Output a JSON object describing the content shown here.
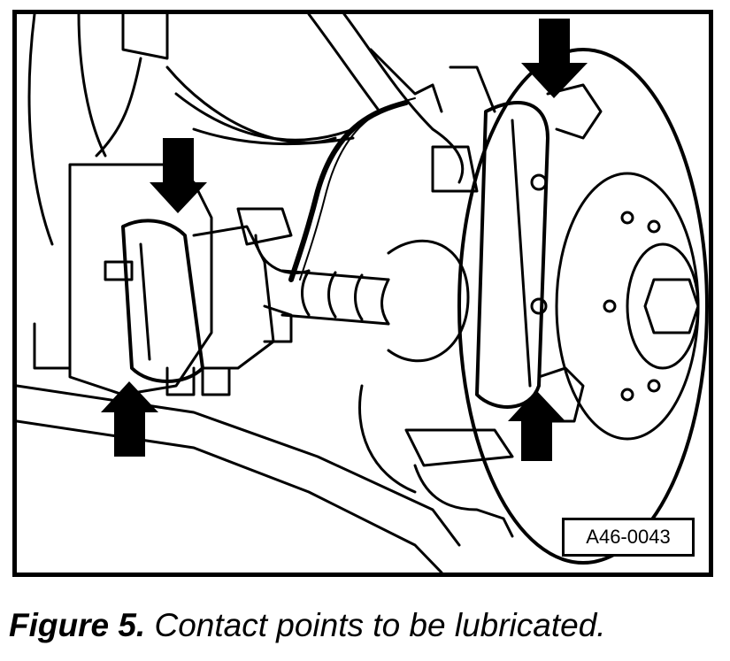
{
  "figure": {
    "reference_code": "A46-0043",
    "callout_count": 4
  },
  "caption": {
    "label": "Figure 5.",
    "text": " Contact points to be lubricated."
  },
  "colors": {
    "ink": "#000000",
    "paper": "#ffffff"
  }
}
